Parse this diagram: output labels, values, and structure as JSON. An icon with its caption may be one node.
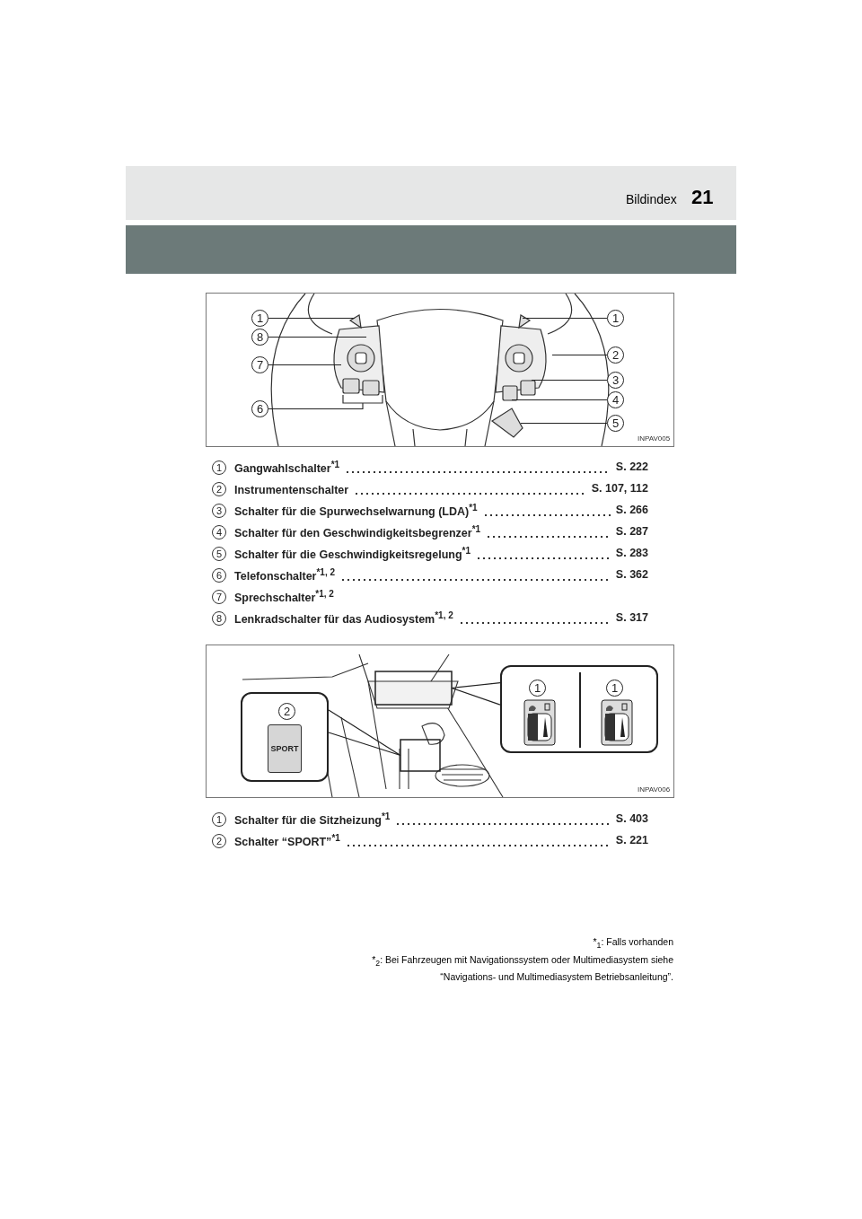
{
  "diagram": {
    "nodes": [
      {
        "text": [
          "1"
        ]
      },
      {
        "text": [
          "1"
        ]
      },
      {
        "text": [
          "8"
        ]
      },
      {
        "text": [
          "2"
        ]
      },
      {
        "text": [
          "7"
        ]
      },
      {
        "text": [
          "3"
        ]
      },
      {
        "text": [
          "4"
        ]
      },
      {
        "text": [
          "6"
        ]
      },
      {
        "text": [
          "5"
        ]
      },
      {
        "text": [],
        "shape": "box"
      },
      {
        "text": [],
        "shape": "box"
      },
      {
        "text": [
          "1"
        ],
        "in": 10
      },
      {
        "text": [
          "1"
        ],
        "in": 10
      },
      {
        "text": [],
        "shape": "box"
      },
      {
        "text": [
          "2"
        ],
        "in": 13
      },
      {
        "text": [
          "SPORT"
        ],
        "in": 13
      },
      {
        "text": [],
        "shape": "box"
      }
    ],
    "edges": [
      {
        "from": 0,
        "to": null,
        "arrow": "none"
      },
      {
        "from": 1,
        "to": null,
        "arrow": "none"
      },
      {
        "from": 2,
        "to": null,
        "arrow": "none"
      },
      {
        "from": 3,
        "to": null,
        "arrow": "none"
      },
      {
        "from": 4,
        "to": null,
        "arrow": "none"
      },
      {
        "from": 5,
        "to": null,
        "arrow": "none"
      },
      {
        "from": 6,
        "to": null,
        "arrow": "none"
      },
      {
        "from": 7,
        "to": null,
        "arrow": "none"
      },
      {
        "from": 8,
        "to": null,
        "arrow": "none"
      },
      {
        "from": 10,
        "to": 9,
        "arrow": "none"
      },
      {
        "from": 13,
        "to": 16,
        "arrow": "none"
      }
    ],
    "labels": [
      "21",
      "Bildindex",
      "INPAV005",
      "1",
      "Gangwahlschalter$^{*1}$",
      "S. 222",
      "2",
      "Instrumentenschalter",
      "S. 107, 112",
      "3",
      "Schalter für die Spurwechselwarnung (LDA)$^{*1}$",
      "S. 266",
      "4",
      "Schalter für den Geschwindigkeitsbegrenzer$^{*1}$",
      "S. 287",
      "5",
      "Schalter für die Geschwindigkeitsregelung$^{*1}$",
      "S. 283",
      "6",
      "Telefonschalter$^{*1, 2}$",
      "S. 362",
      "7",
      "Sprechschalter$^{*1, 2}$",
      "8",
      "Lenkradschalter für das Audiosystem$^{*1, 2}$",
      "S. 317",
      "INPAV006",
      "1",
      "Schalter für die Sitzheizung$^{*1}$",
      "S. 403",
      "2",
      "Schalter “SPORT”$^{*1}$",
      "S. 221",
      "*$_{1}$: Falls vorhanden",
      "*$_{2}$: Bei Fahrzeugen mit Navigationssystem oder Multimediasystem siehe “Navigations- und Multimediasystem Betriebsanleitung”."
    ]
  }
}
